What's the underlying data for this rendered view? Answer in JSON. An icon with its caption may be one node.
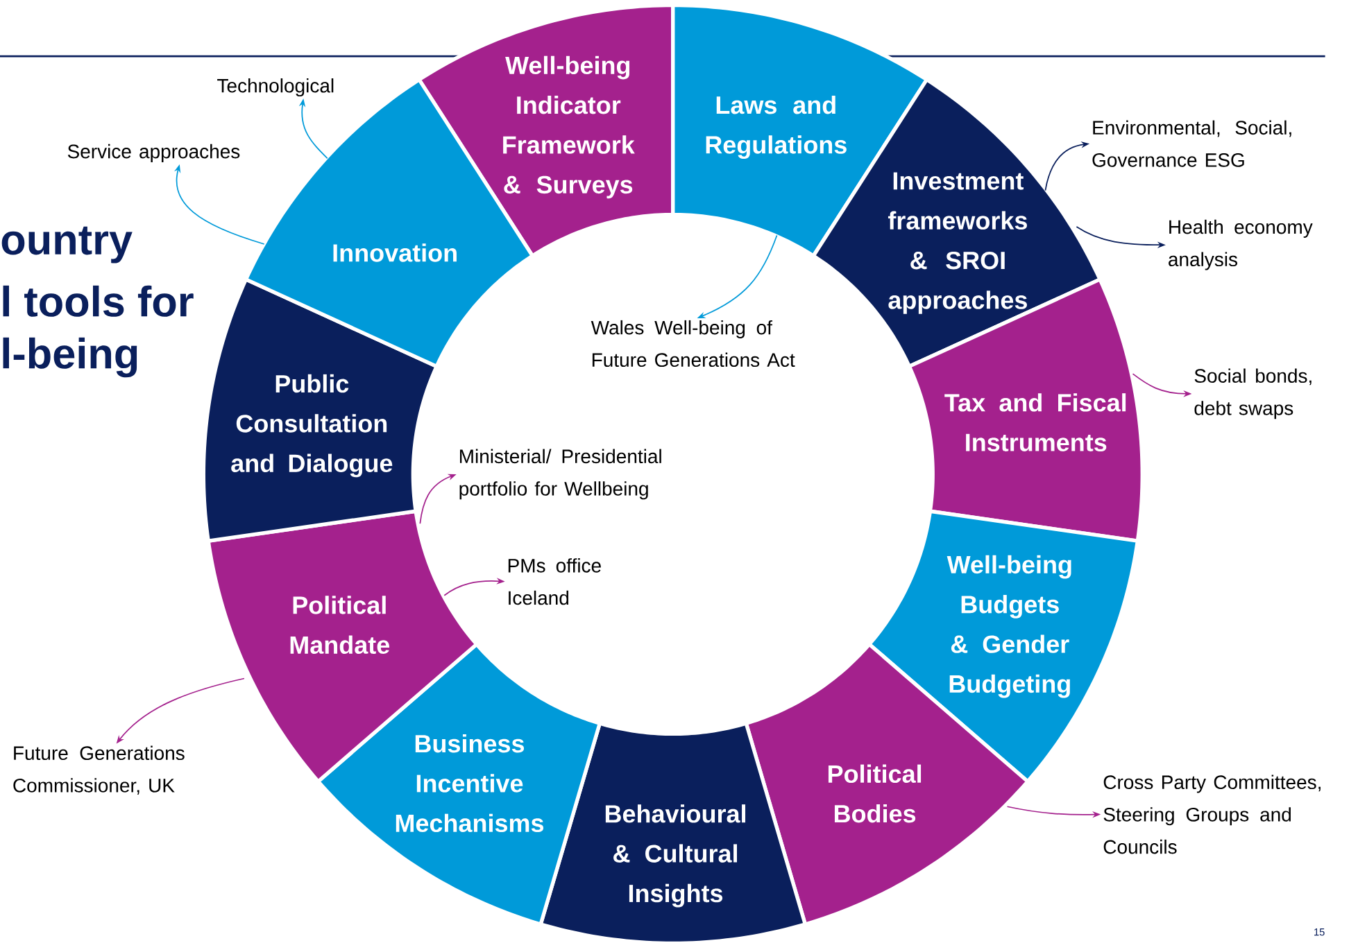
{
  "diagram": {
    "nodes": [
      {
        "text": [
          "Well-being Indicator Framework & Surveys"
        ]
      },
      {
        "text": [
          "Laws and Regulations"
        ]
      },
      {
        "text": [
          "Investment frameworks & SROI approaches"
        ]
      },
      {
        "text": [
          "Tax and Fiscal Instruments"
        ]
      },
      {
        "text": [
          "Well-being Budgets & Gender Budgeting"
        ]
      },
      {
        "text": [
          "Political Bodies"
        ]
      },
      {
        "text": [
          "Behavioural & Cultural Insights"
        ]
      },
      {
        "text": [
          "Business Incentive Mechanisms"
        ]
      },
      {
        "text": [
          "Political Mandate"
        ]
      },
      {
        "text": [
          "Public Consultation and Dialogue"
        ]
      },
      {
        "text": [
          "Innovation"
        ]
      },
      {
        "text": [
          "Technological"
        ]
      },
      {
        "text": [
          "Service approaches"
        ]
      },
      {
        "text": [
          "Wales Well-being of Future Generations Act"
        ]
      },
      {
        "text": [
          "Environmental, Social, Governance ESG"
        ]
      },
      {
        "text": [
          "Health economy analysis"
        ]
      },
      {
        "text": [
          "Social bonds, debt swaps"
        ]
      },
      {
        "text": [
          "Ministerial/ Presidential portfolio for Wellbeing"
        ]
      },
      {
        "text": [
          "PMs office Iceland"
        ]
      },
      {
        "text": [
          "Future Generations Commissioner, UK"
        ]
      },
      {
        "text": [
          "Cross Party Committees, Steering Groups and Councils"
        ]
      }
    ],
    "edges": [
      {
        "from": 10,
        "to": 11,
        "arrow": "to",
        "color": "#009ad9"
      },
      {
        "from": 10,
        "to": 12,
        "arrow": "to",
        "color": "#009ad9"
      },
      {
        "from": 1,
        "to": 13,
        "arrow": "to",
        "color": "#009ad9"
      },
      {
        "from": 2,
        "to": 14,
        "arrow": "to",
        "color": "#0a1f5c"
      },
      {
        "from": 2,
        "to": 15,
        "arrow": "to",
        "color": "#0a1f5c"
      },
      {
        "from": 3,
        "to": 16,
        "arrow": "to"
      },
      {
        "from": 8,
        "to": 17,
        "arrow": "to"
      },
      {
        "from": 8,
        "to": 18,
        "arrow": "to"
      },
      {
        "from": 8,
        "to": 19,
        "arrow": "to"
      },
      {
        "from": 5,
        "to": 20,
        "arrow": "to"
      }
    ],
    "labels": [
      "ountry",
      "l tools for",
      "l-being",
      "15"
    ]
  }
}
